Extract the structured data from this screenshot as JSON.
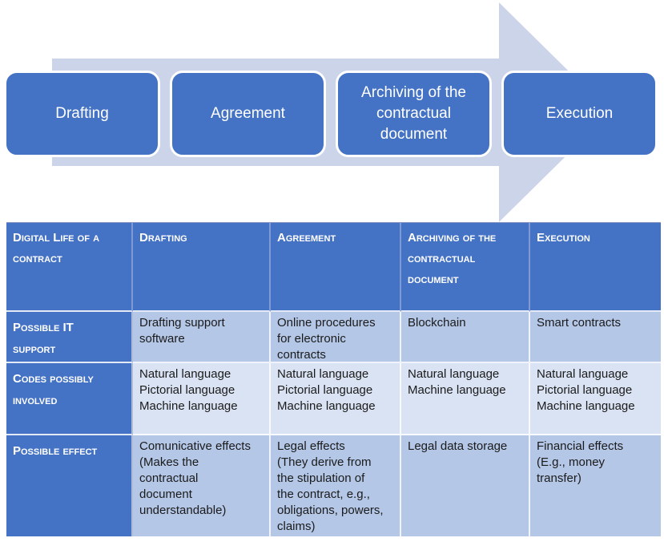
{
  "colors": {
    "accent_blue": "#4472c4",
    "arrow_fill": "#ccd4ea",
    "row_medium": "#b4c7e7",
    "row_light": "#dae3f3",
    "table_bottom_border": "#1f3864",
    "text_on_blue": "#ffffff",
    "body_text": "#1b1b1b"
  },
  "process_arrow": {
    "steps": [
      {
        "label": "Drafting"
      },
      {
        "label": "Agreement"
      },
      {
        "label": "Archiving of the\ncontractual\ndocument"
      },
      {
        "label": "Execution"
      }
    ]
  },
  "table": {
    "title_cell": "Digital Life of a\ncontract",
    "column_headers": [
      "Drafting",
      "Agreement",
      "Archiving of the\ncontractual\ndocument",
      "Execution"
    ],
    "rows": [
      {
        "label": "Possible IT\nsupport",
        "cells": [
          "Drafting support\nsoftware",
          "Online procedures\nfor electronic\ncontracts",
          "Blockchain",
          "Smart contracts"
        ]
      },
      {
        "label": "Codes possibly\ninvolved",
        "cells": [
          "Natural language\nPictorial language\nMachine language",
          "Natural language\nPictorial language\nMachine language",
          "Natural language\nMachine language",
          "Natural language\nPictorial language\nMachine language"
        ]
      },
      {
        "label": "Possible effect",
        "cells": [
          "Comunicative effects\n(Makes the\ncontractual\ndocument\nunderstandable)",
          "Legal effects\n(They derive from\nthe stipulation of\nthe contract, e.g.,\nobligations, powers,\nclaims)",
          "Legal data storage",
          "Financial effects\n(E.g., money\ntransfer)"
        ]
      }
    ]
  }
}
